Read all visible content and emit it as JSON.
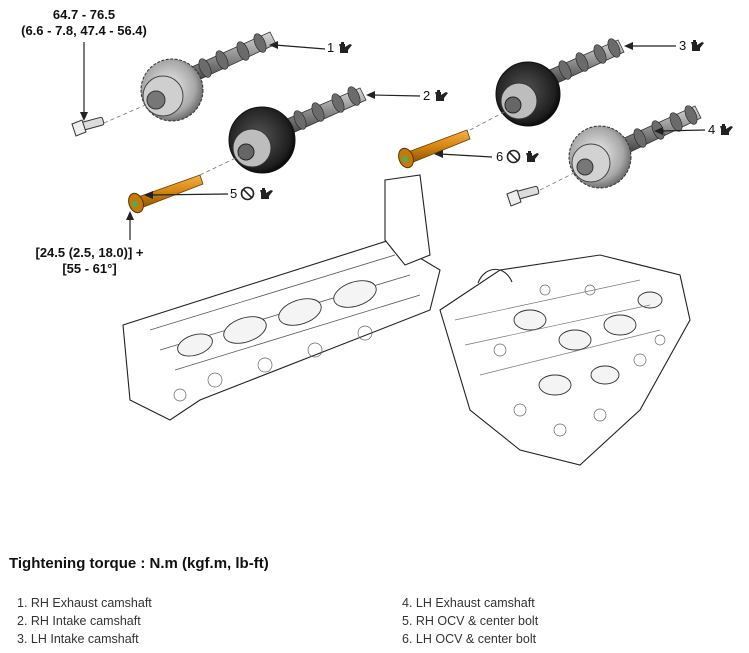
{
  "torque": {
    "bolt_top": "64.7 - 76.5",
    "bolt_top_sub": "(6.6 - 7.8, 47.4 - 56.4)",
    "ocv_line1": "[24.5 (2.5, 18.0)] +",
    "ocv_line2": "[55 - 61°]"
  },
  "callouts": [
    {
      "num": "1",
      "symbols": [
        "oil-can-icon"
      ]
    },
    {
      "num": "2",
      "symbols": [
        "oil-can-icon"
      ]
    },
    {
      "num": "3",
      "symbols": [
        "oil-can-icon"
      ]
    },
    {
      "num": "4",
      "symbols": [
        "oil-can-icon"
      ]
    },
    {
      "num": "5",
      "symbols": [
        "do-not-reuse-icon",
        "oil-can-icon"
      ]
    },
    {
      "num": "6",
      "symbols": [
        "do-not-reuse-icon",
        "oil-can-icon"
      ]
    }
  ],
  "colors": {
    "ocv_bolt": "#d4860f",
    "line": "#222222"
  },
  "heading": "Tightening torque : N.m (kgf.m, lb-ft)",
  "legend": {
    "left": [
      "1. RH Exhaust camshaft",
      "2. RH Intake camshaft",
      "3. LH Intake camshaft"
    ],
    "right": [
      "4. LH Exhaust camshaft",
      "5. RH OCV & center bolt",
      "6. LH OCV & center bolt"
    ]
  }
}
